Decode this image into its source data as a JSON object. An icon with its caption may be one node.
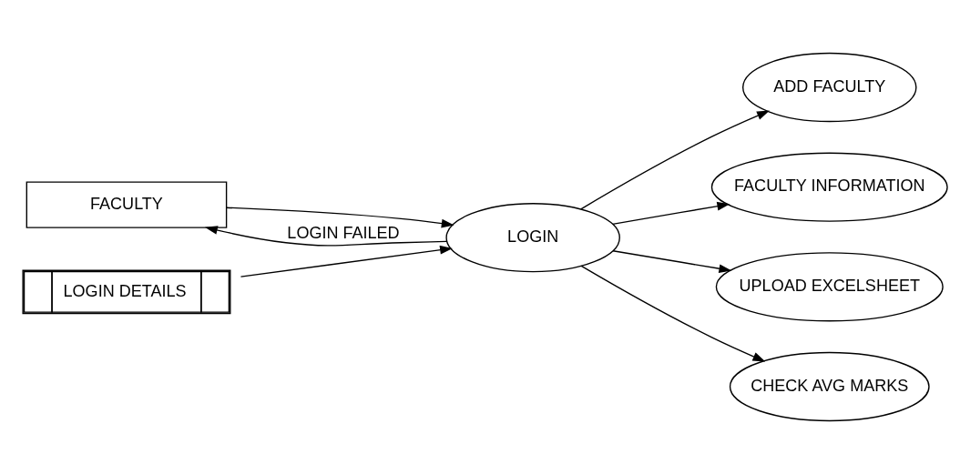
{
  "diagram": {
    "nodes": [
      {
        "text": [
          "FACULTY"
        ]
      },
      {
        "text": [
          "LOGIN"
        ]
      },
      {
        "text": [
          "LOGIN DETAILS"
        ]
      },
      {
        "text": [
          "ADD FACULTY"
        ]
      },
      {
        "text": [
          "FACULTY INFORMATION"
        ]
      },
      {
        "text": [
          "UPLOAD EXCELSHEET"
        ]
      },
      {
        "text": [
          "CHECK AVG MARKS"
        ]
      }
    ],
    "edges": [
      {
        "from": 0,
        "to": 1,
        "arrow": "to"
      },
      {
        "from": 1,
        "to": 0,
        "arrow": "to",
        "label": "LOGIN FAILED"
      },
      {
        "from": 2,
        "to": 1,
        "arrow": "to"
      },
      {
        "from": 1,
        "to": 3,
        "arrow": "to"
      },
      {
        "from": 1,
        "to": 4,
        "arrow": "to"
      },
      {
        "from": 1,
        "to": 5,
        "arrow": "to"
      },
      {
        "from": 1,
        "to": 6,
        "arrow": "to"
      }
    ]
  }
}
